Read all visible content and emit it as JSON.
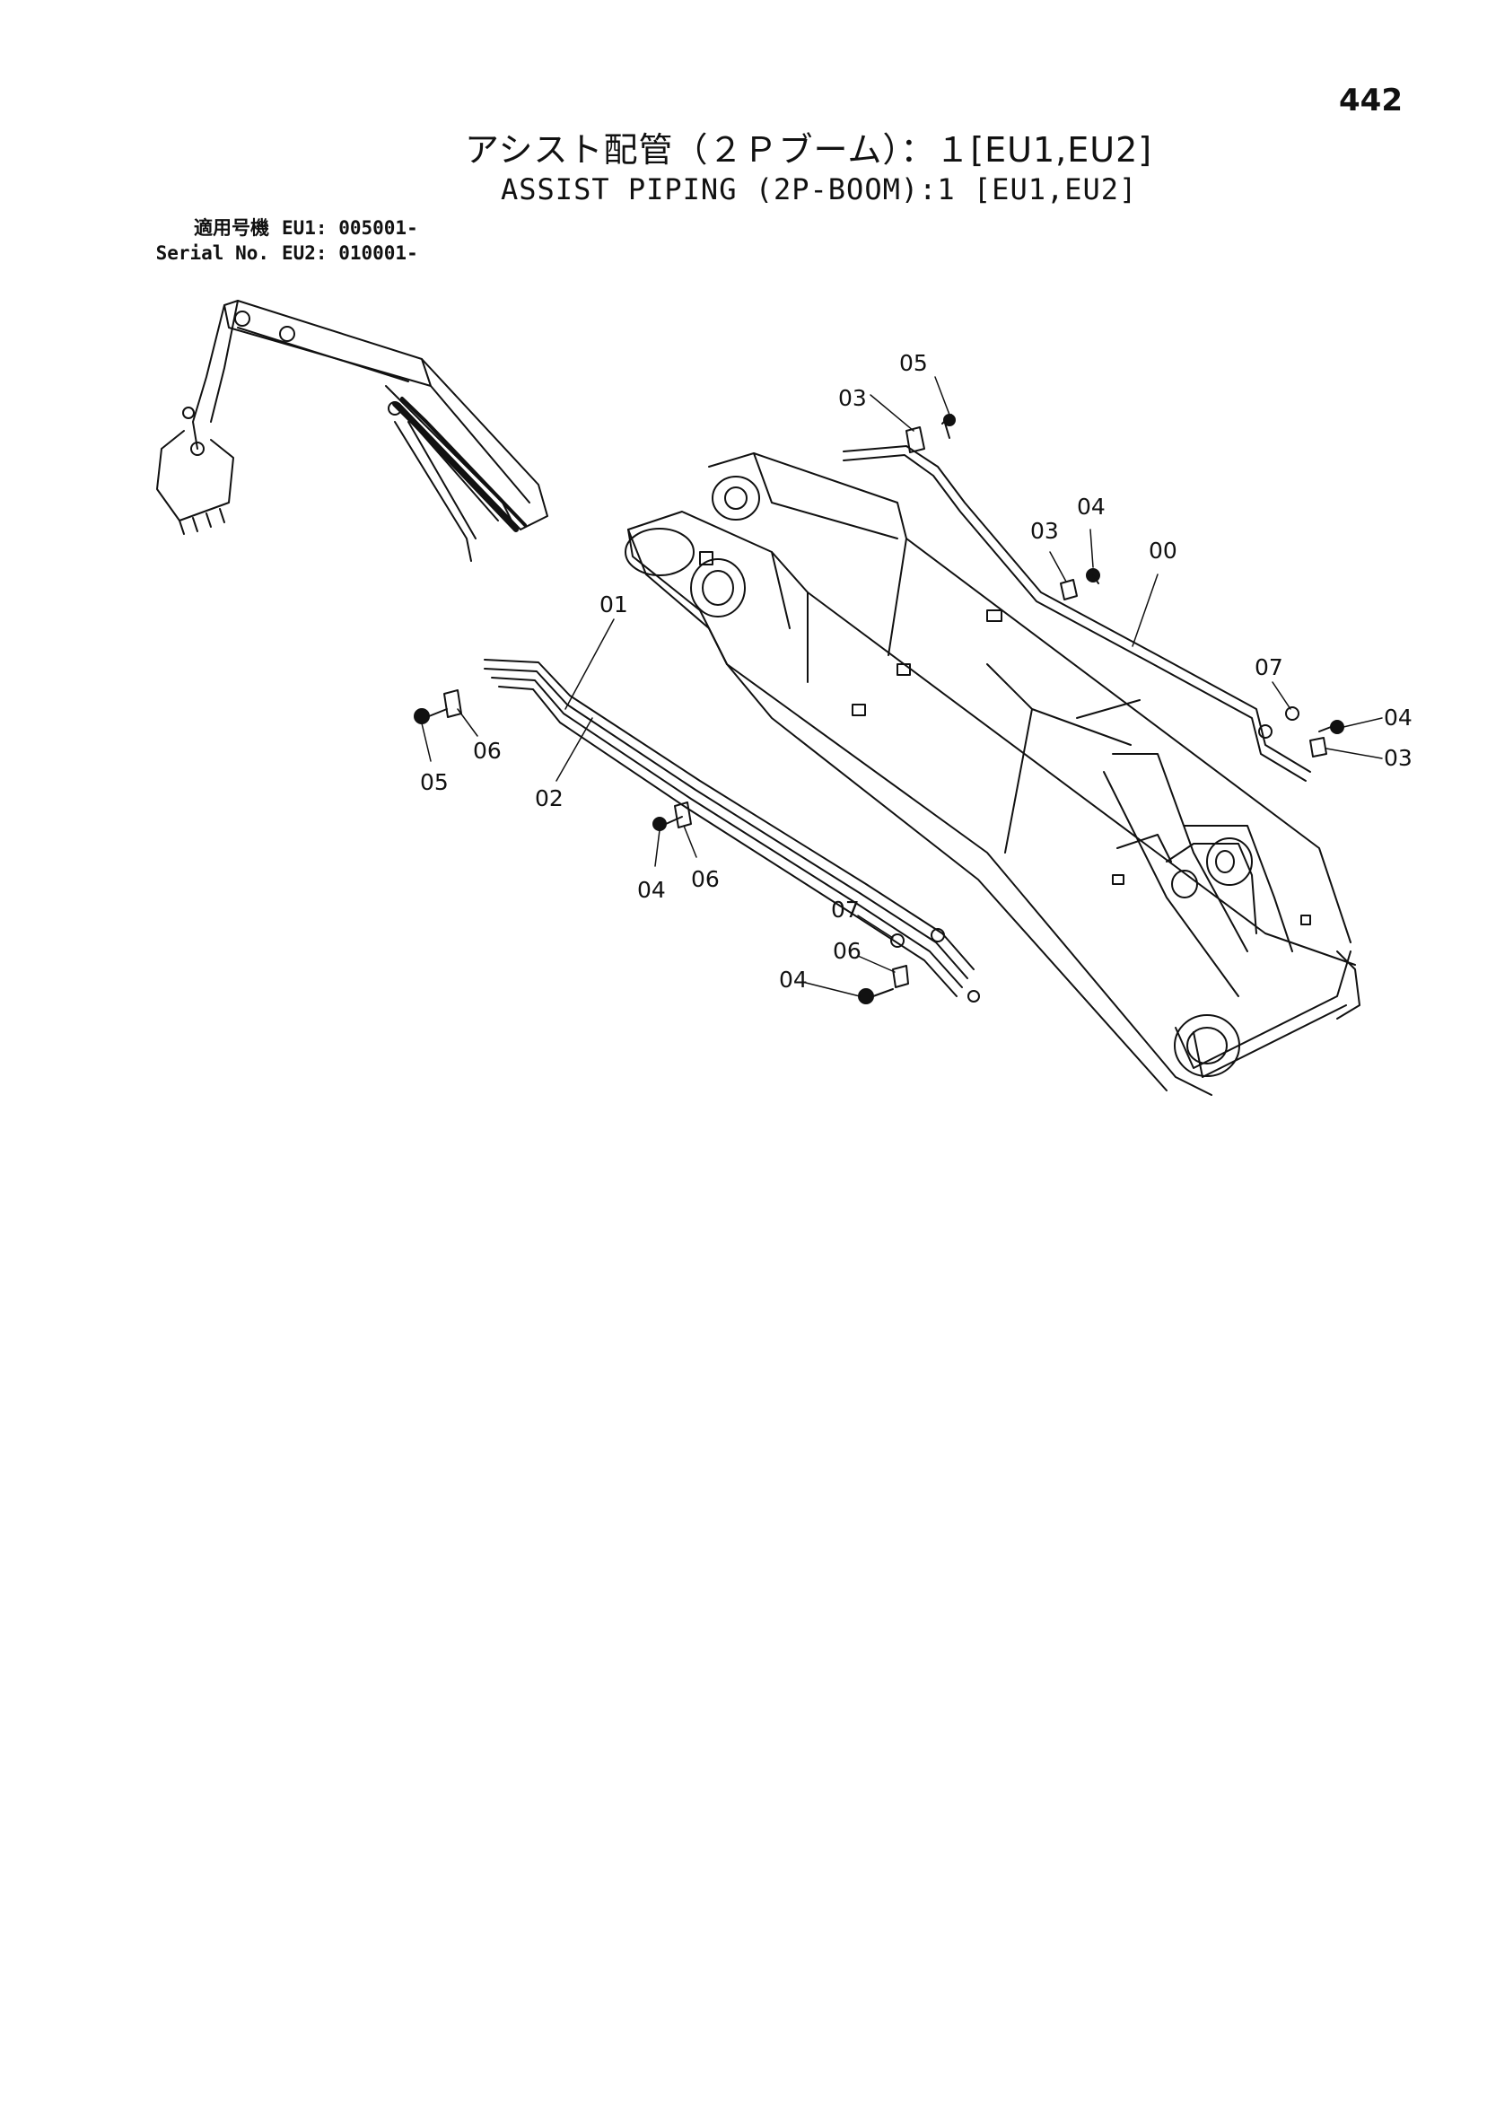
{
  "page_number": "442",
  "title_jp": "アシスト配管（２Ｐブーム）：１[EU1,EU2]",
  "title_en": "ASSIST PIPING (2P-BOOM):1 [EU1,EU2]",
  "serial": {
    "label_jp": "適用号機",
    "label_en": "Serial No.",
    "eu1": "EU1: 005001-",
    "eu2": "EU2: 010001-"
  },
  "callouts": [
    {
      "label": "05"
    },
    {
      "label": "03"
    },
    {
      "label": "04"
    },
    {
      "label": "03"
    },
    {
      "label": "00"
    },
    {
      "label": "07"
    },
    {
      "label": "04"
    },
    {
      "label": "03"
    },
    {
      "label": "01"
    },
    {
      "label": "06"
    },
    {
      "label": "05"
    },
    {
      "label": "02"
    },
    {
      "label": "04"
    },
    {
      "label": "06"
    },
    {
      "label": "07"
    },
    {
      "label": "06"
    },
    {
      "label": "04"
    }
  ]
}
